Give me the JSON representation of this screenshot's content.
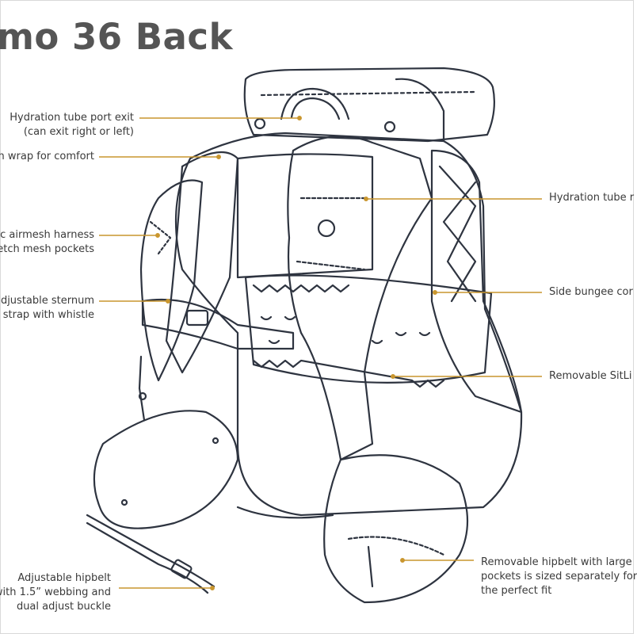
{
  "title": "mo 36 Back",
  "colors": {
    "leader": "#c9962e",
    "ink": "#2e3440",
    "title": "#555555"
  },
  "callouts": {
    "hydration_port": [
      "Hydration tube port exit",
      "(can exit right or left)"
    ],
    "mesh_wrap": [
      "h wrap for comfort"
    ],
    "airmesh": [
      "ic airmesh harness",
      "etch mesh pockets"
    ],
    "sternum": [
      "djustable sternum",
      "strap with whistle"
    ],
    "hipbelt_adjust": [
      "Adjustable hipbelt",
      "with 1.5” webbing and",
      "dual adjust buckle"
    ],
    "hydration_tube_right": [
      "Hydration tube r"
    ],
    "side_bungee": [
      "Side bungee cor"
    ],
    "sitlight": [
      "Removable SitLi"
    ],
    "hipbelt_pockets": [
      "Removable hipbelt with large",
      "pockets is sized separately for",
      "the perfect fit"
    ]
  }
}
